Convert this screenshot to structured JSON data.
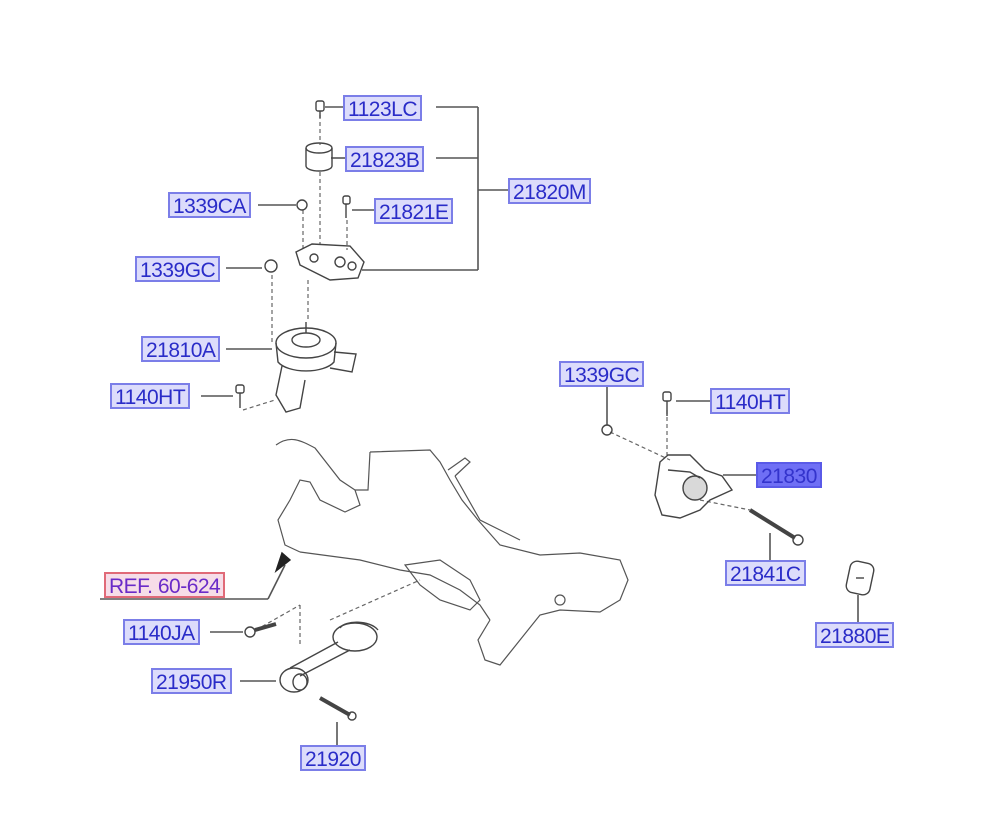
{
  "diagram": {
    "title": "Engine Mounting Parts Diagram",
    "accent_color": "#7b7ee8",
    "active_color": "#6f6ff5",
    "ref_color": "#e06a78",
    "labels": [
      {
        "id": "1123LC",
        "text": "1123LC"
      },
      {
        "id": "21823B",
        "text": "21823B"
      },
      {
        "id": "21820M",
        "text": "21820M"
      },
      {
        "id": "1339CA",
        "text": "1339CA"
      },
      {
        "id": "21821E",
        "text": "21821E"
      },
      {
        "id": "1339GC_left",
        "text": "1339GC"
      },
      {
        "id": "21810A",
        "text": "21810A"
      },
      {
        "id": "1140HT_left",
        "text": "1140HT"
      },
      {
        "id": "1339GC_right",
        "text": "1339GC"
      },
      {
        "id": "1140HT_right",
        "text": "1140HT"
      },
      {
        "id": "21830",
        "text": "21830",
        "selected": true
      },
      {
        "id": "21841C",
        "text": "21841C"
      },
      {
        "id": "21880E",
        "text": "21880E"
      },
      {
        "id": "REF",
        "text": "REF. 60-624",
        "reference": true
      },
      {
        "id": "1140JA",
        "text": "1140JA"
      },
      {
        "id": "21950R",
        "text": "21950R"
      },
      {
        "id": "21920",
        "text": "21920"
      }
    ]
  }
}
